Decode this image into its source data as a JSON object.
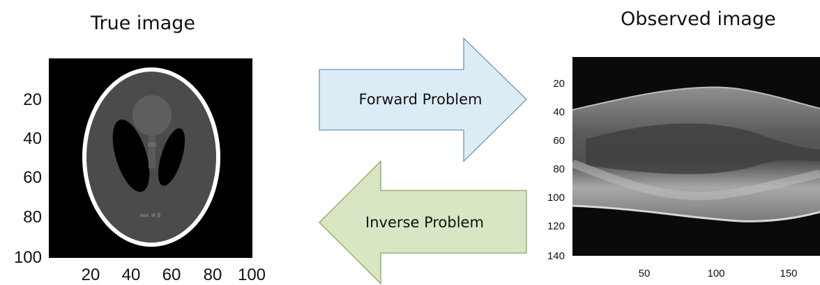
{
  "left_panel": {
    "title": "True image",
    "y_ticks": [
      "20",
      "40",
      "60",
      "80",
      "100"
    ],
    "x_ticks": [
      "20",
      "40",
      "60",
      "80",
      "100"
    ]
  },
  "right_panel": {
    "title": "Observed image",
    "y_ticks": [
      "20",
      "40",
      "60",
      "80",
      "100",
      "120",
      "140"
    ],
    "x_ticks": [
      "50",
      "100",
      "150"
    ]
  },
  "arrows": {
    "forward_label": "Forward Problem",
    "inverse_label": "Inverse Problem",
    "forward_color": "#dcecf5",
    "inverse_color": "#d8e6c4"
  }
}
